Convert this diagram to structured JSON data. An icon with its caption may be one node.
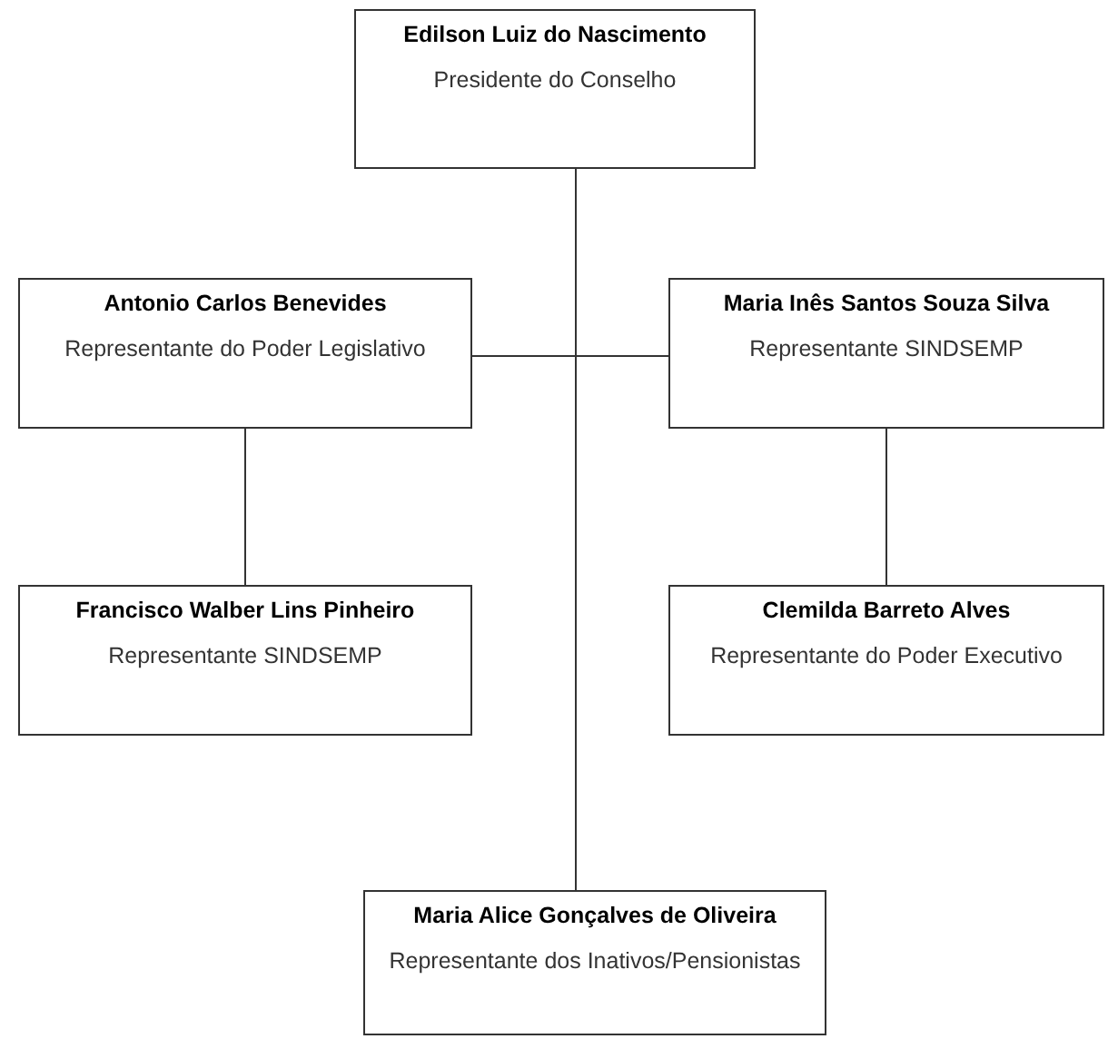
{
  "diagram": {
    "nodes": [
      {
        "text": [
          "Edilson Luiz do Nascimento",
          "Presidente do Conselho"
        ]
      },
      {
        "text": [
          "Antonio Carlos Benevides",
          "Representante do Poder Legislativo"
        ]
      },
      {
        "text": [
          "Maria Inês Santos Souza Silva",
          "Representante SINDSEMP"
        ]
      },
      {
        "text": [
          "Francisco Walber Lins Pinheiro",
          "Representante SINDSEMP"
        ]
      },
      {
        "text": [
          "Clemilda Barreto Alves",
          "Representante do Poder Executivo"
        ]
      },
      {
        "text": [
          "Maria Alice Gonçalves de Oliveira",
          "Representante dos Inativos/Pensionistas"
        ]
      }
    ],
    "edges": [
      {
        "from": 0,
        "to": 1,
        "arrow": "none"
      },
      {
        "from": 0,
        "to": 2,
        "arrow": "none"
      },
      {
        "from": 0,
        "to": 5,
        "arrow": "none"
      },
      {
        "from": 1,
        "to": 3,
        "arrow": "none"
      },
      {
        "from": 2,
        "to": 4,
        "arrow": "none"
      }
    ]
  }
}
